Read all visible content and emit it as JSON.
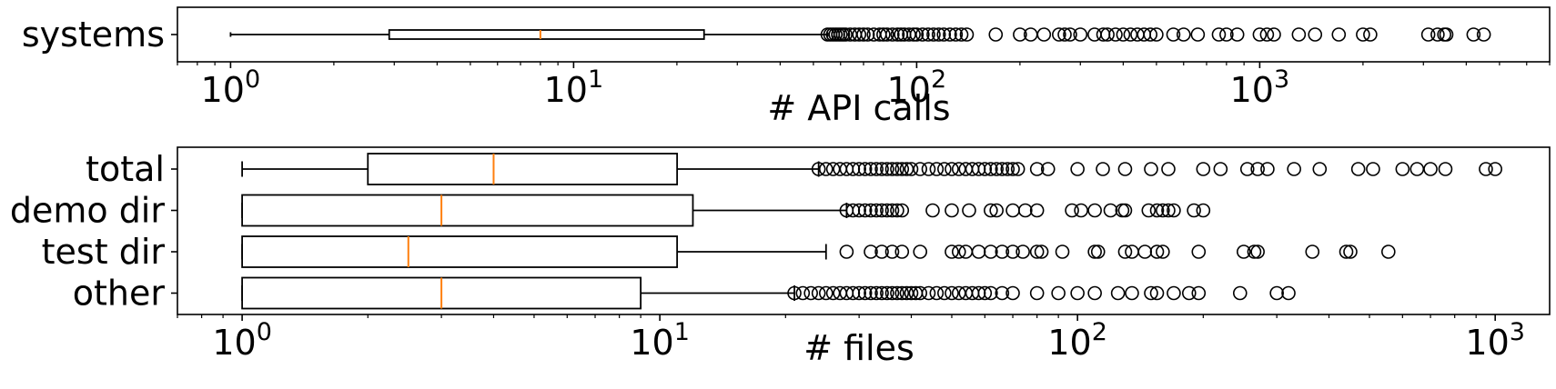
{
  "chart_data": [
    {
      "type": "boxplot",
      "orientation": "horizontal",
      "xscale": "log",
      "xlabel": "# API calls",
      "xlim": [
        0.7,
        7000
      ],
      "xticks": [
        {
          "value": 1,
          "base": "10",
          "exp": "0"
        },
        {
          "value": 10,
          "base": "10",
          "exp": "1"
        },
        {
          "value": 100,
          "base": "10",
          "exp": "2"
        },
        {
          "value": 1000,
          "base": "10",
          "exp": "3"
        }
      ],
      "categories": [
        "systems"
      ],
      "series": [
        {
          "name": "systems",
          "whislo": 1,
          "q1": 2.9,
          "median": 8,
          "q3": 24,
          "whishi": 55,
          "fliers": [
            55,
            56,
            57,
            58,
            59,
            60,
            61,
            62,
            64,
            66,
            68,
            70,
            72,
            75,
            78,
            80,
            82,
            85,
            88,
            90,
            92,
            95,
            98,
            100,
            104,
            108,
            112,
            116,
            120,
            125,
            130,
            135,
            140,
            170,
            200,
            215,
            235,
            260,
            270,
            280,
            300,
            330,
            350,
            360,
            380,
            400,
            420,
            440,
            460,
            480,
            500,
            560,
            600,
            660,
            760,
            800,
            860,
            1000,
            1050,
            1100,
            1300,
            1450,
            1700,
            2000,
            2100,
            3100,
            3300,
            3450,
            3500,
            4200,
            4500
          ]
        }
      ]
    },
    {
      "type": "boxplot",
      "orientation": "horizontal",
      "xscale": "log",
      "xlabel": "# files",
      "xlim": [
        0.7,
        1350
      ],
      "xticks": [
        {
          "value": 1,
          "base": "10",
          "exp": "0"
        },
        {
          "value": 10,
          "base": "10",
          "exp": "1"
        },
        {
          "value": 100,
          "base": "10",
          "exp": "2"
        },
        {
          "value": 1000,
          "base": "10",
          "exp": "3"
        }
      ],
      "categories": [
        "total",
        "demo dir",
        "test dir",
        "other"
      ],
      "series": [
        {
          "name": "total",
          "whislo": 1,
          "q1": 2,
          "median": 4,
          "q3": 11,
          "whishi": 24,
          "fliers": [
            24,
            25,
            26,
            27,
            28,
            29,
            30,
            31,
            32,
            33,
            34,
            35,
            36,
            37,
            38,
            39,
            40,
            42,
            44,
            46,
            48,
            50,
            52,
            54,
            56,
            58,
            60,
            62,
            64,
            66,
            68,
            70,
            72,
            80,
            85,
            100,
            115,
            130,
            150,
            165,
            200,
            220,
            255,
            270,
            285,
            330,
            380,
            470,
            510,
            600,
            650,
            700,
            760,
            950,
            1000
          ]
        },
        {
          "name": "demo dir",
          "whislo": 1,
          "q1": 1,
          "median": 3,
          "q3": 12,
          "whishi": 28,
          "fliers": [
            28,
            29,
            30,
            31,
            32,
            33,
            34,
            35,
            36,
            37,
            38,
            45,
            50,
            55,
            62,
            64,
            70,
            75,
            80,
            97,
            102,
            110,
            120,
            128,
            130,
            148,
            155,
            160,
            165,
            170,
            190,
            200
          ]
        },
        {
          "name": "test dir",
          "whislo": 1,
          "q1": 1,
          "median": 2.5,
          "q3": 11,
          "whishi": 25,
          "fliers": [
            28,
            32,
            34,
            36,
            38,
            42,
            50,
            52,
            54,
            58,
            62,
            66,
            70,
            74,
            80,
            82,
            92,
            110,
            112,
            130,
            135,
            145,
            155,
            160,
            195,
            250,
            265,
            270,
            365,
            440,
            450,
            555
          ]
        },
        {
          "name": "other",
          "whislo": 1,
          "q1": 1,
          "median": 3,
          "q3": 9,
          "whishi": 21,
          "fliers": [
            21,
            22,
            23,
            24,
            25,
            26,
            27,
            28,
            29,
            30,
            31,
            32,
            33,
            34,
            35,
            36,
            37,
            38,
            39,
            40,
            41,
            42,
            44,
            46,
            48,
            50,
            52,
            54,
            56,
            58,
            60,
            62,
            66,
            70,
            80,
            90,
            100,
            110,
            125,
            135,
            150,
            155,
            170,
            185,
            195,
            245,
            300,
            320
          ]
        }
      ]
    }
  ]
}
